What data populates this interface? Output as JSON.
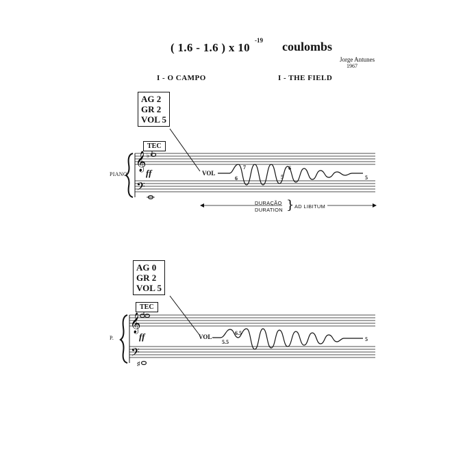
{
  "title": {
    "formula": "( 1.6 - 1.6 ) x 10",
    "exponent": "-19",
    "unit": "coulombs"
  },
  "composer": "Jorge Antunes",
  "year": "1967",
  "sections": {
    "portuguese": "I - O CAMPO",
    "english": "I - THE FIELD"
  },
  "system1": {
    "settings": [
      "AG 2",
      "GR 2",
      "VOL 5"
    ],
    "tec": "TEC",
    "instrument": "PIANO",
    "dynamic": "ff",
    "vol": "VOL",
    "numbers": [
      "6",
      "7",
      "5",
      "6",
      "5"
    ],
    "duration": {
      "pt": "DURAÇÃO",
      "en": "DURATION",
      "mode": "AD LIBITUM"
    }
  },
  "system2": {
    "settings": [
      "AG 0",
      "GR 2",
      "VOL 5"
    ],
    "tec": "TEC",
    "instrument": "P.",
    "dynamic": "ff",
    "vol": "VOL",
    "numbers": [
      "5.5",
      "6.5",
      "5"
    ]
  }
}
